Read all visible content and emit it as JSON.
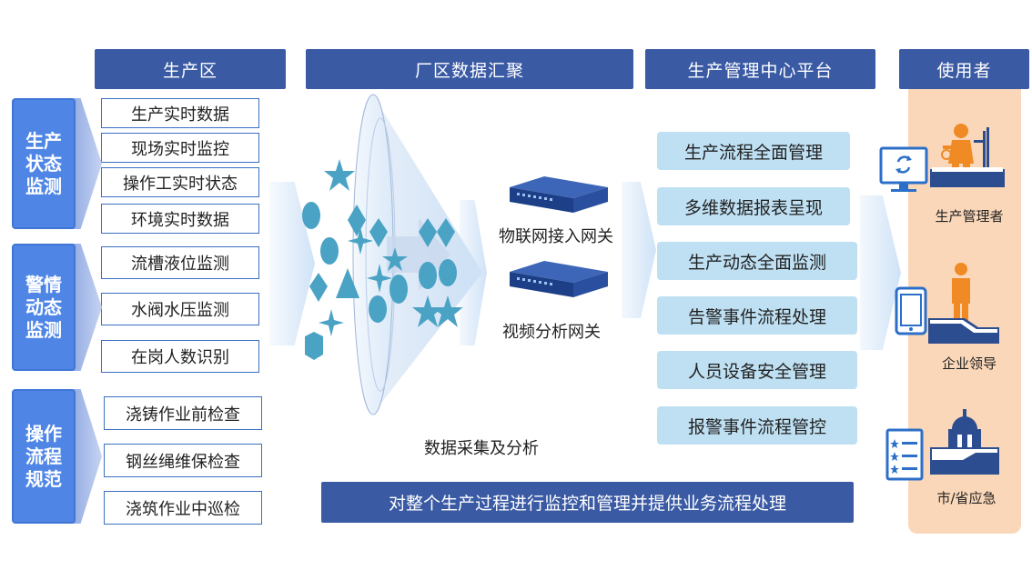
{
  "headers": {
    "production_zone": "生产区",
    "data_aggregation": "厂区数据汇聚",
    "management_platform": "生产管理中心平台",
    "users": "使用者"
  },
  "categories": [
    {
      "label": "生产状态监测",
      "items": [
        "生产实时数据",
        "现场实时监控",
        "操作工实时状态",
        "环境实时数据"
      ]
    },
    {
      "label": "警情动态监测",
      "items": [
        "流槽液位监测",
        "水阀水压监测",
        "在岗人数识别"
      ]
    },
    {
      "label": "操作流程规范",
      "items": [
        "浇铸作业前检查",
        "钢丝绳维保检查",
        "浇筑作业中巡检"
      ]
    }
  ],
  "gateways": [
    "物联网接入网关",
    "视频分析网关"
  ],
  "funnel_caption": "数据采集及分析",
  "platform_items": [
    "生产流程全面管理",
    "多维数据报表呈现",
    "生产动态全面监测",
    "告警事件流程处理",
    "人员设备安全管理",
    "报警事件流程管控"
  ],
  "summary": "对整个生产过程进行监控和管理并提供业务流程处理",
  "users": [
    "生产管理者",
    "企业领导",
    "市/省应急"
  ],
  "colors": {
    "header_blue": "#3a5aa4",
    "category_blue": "#4f86e6",
    "box_border": "#3b6fc1",
    "pill_bg": "#bfe0f3",
    "shape_teal": "#4aa3c4",
    "user_panel": "#fad7b8",
    "icon_orange": "#f08a24",
    "icon_navy": "#2c4d8f"
  }
}
